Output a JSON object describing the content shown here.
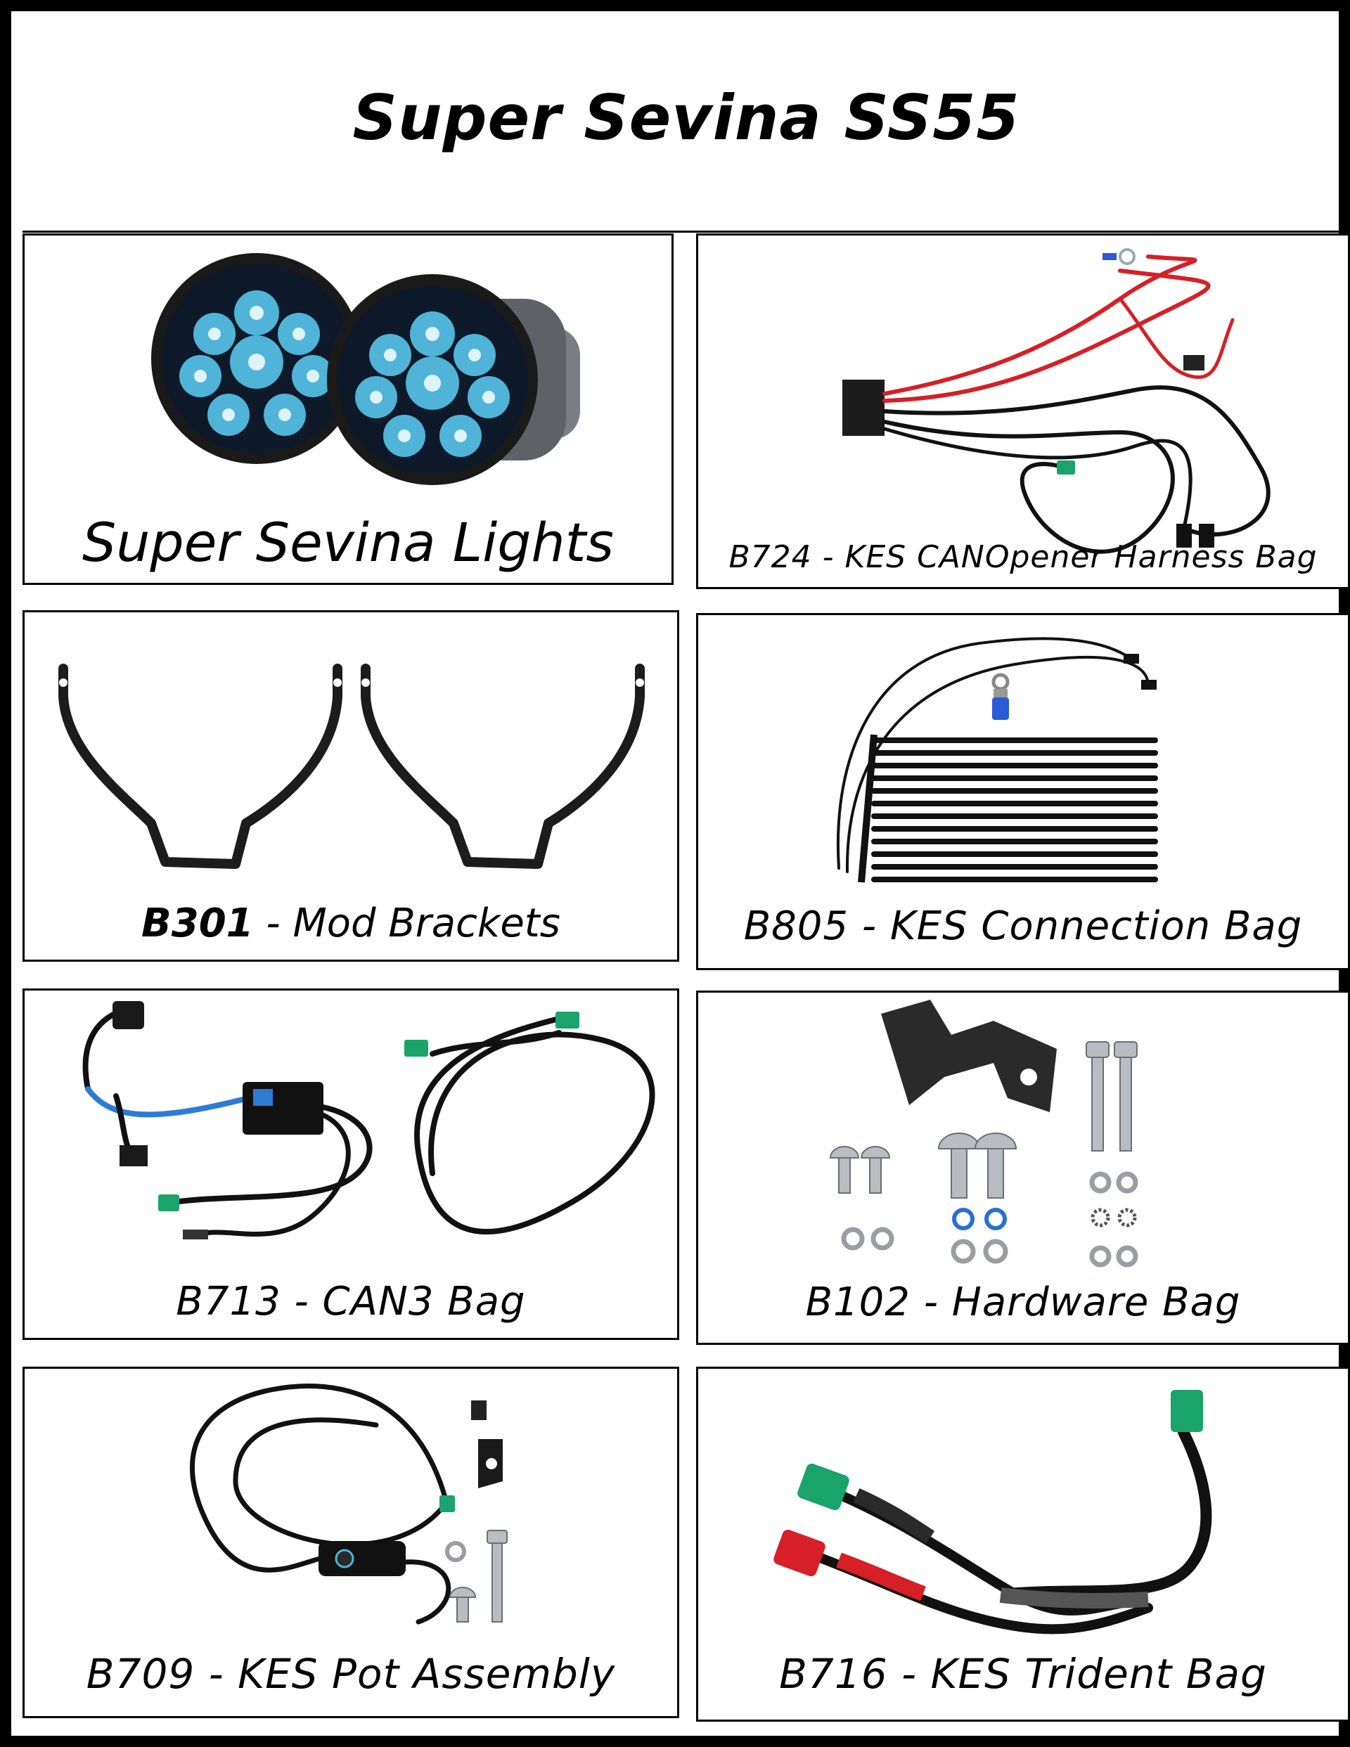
{
  "title": "Super Sevina SS55",
  "panels": [
    {
      "code": "",
      "label": "Super Sevina Lights"
    },
    {
      "code": "B724",
      "label": "KES CANOpener Harness Bag"
    },
    {
      "code": "B301",
      "label": "Mod Brackets"
    },
    {
      "code": "B805",
      "label": "KES Connection Bag"
    },
    {
      "code": "B713",
      "label": "CAN3 Bag"
    },
    {
      "code": "B102",
      "label": "Hardware Bag"
    },
    {
      "code": "B709",
      "label": "KES Pot Assembly"
    },
    {
      "code": "B716",
      "label": "KES Trident Bag"
    }
  ],
  "separator": " - ",
  "colors": {
    "border": "#000000",
    "led_blue": "#4fb4d8",
    "connector_green": "#1aa36b",
    "wire_red": "#d61f26",
    "wire_black": "#111111",
    "steel": "#b9bcc0"
  },
  "icons": [
    "light-pods-icon",
    "harness-icon",
    "bracket-icon",
    "zip-ties-icon",
    "can3-module-icon",
    "hardware-icon",
    "pot-assembly-icon",
    "trident-cable-icon"
  ]
}
